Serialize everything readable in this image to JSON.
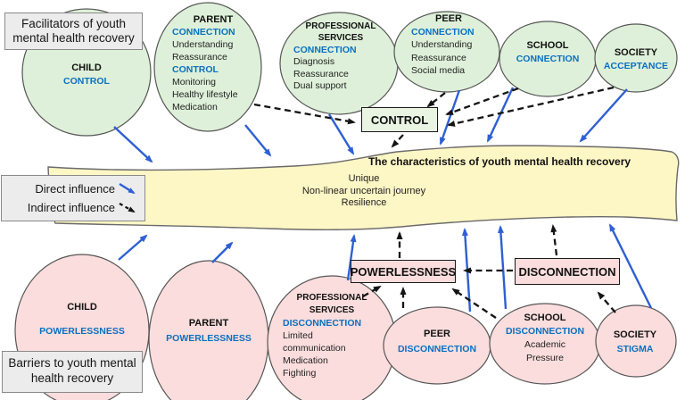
{
  "colors": {
    "facilitator_green": "#def0d9",
    "barrier_pink": "#fbdddd",
    "banner_yellow": "#fdf6c5",
    "accent_blue": "#0a70c0",
    "arrow_blue": "#2e5fd3",
    "label_grey": "#ececec"
  },
  "facilitators_label": {
    "line1": "Facilitators of youth",
    "line2": "mental health recovery"
  },
  "barriers_label": {
    "line1": "Barriers to youth mental",
    "line2": "health recovery"
  },
  "legend": {
    "direct_label": "Direct influence",
    "indirect_label": "Indirect influence"
  },
  "banner": {
    "title": "The characteristics of youth mental health recovery",
    "item1": "Unique",
    "item2": "Non-linear uncertain journey",
    "item3": "Resilience"
  },
  "mediator_boxes": {
    "control": "CONTROL",
    "powerlessness": "POWERLESSNESS",
    "disconnection": "DISCONNECTION"
  },
  "facilitators": {
    "child": {
      "name": "CHILD",
      "theme": "CONTROL"
    },
    "parent": {
      "name": "PARENT",
      "theme1": "CONNECTION",
      "detail1": "Understanding",
      "detail2": "Reassurance",
      "theme2": "CONTROL",
      "detail3": "Monitoring",
      "detail4": "Healthy lifestyle",
      "detail5": "Medication"
    },
    "professional_services": {
      "name1": "PROFESSIONAL",
      "name2": "SERVICES",
      "theme": "CONNECTION",
      "detail1": "Diagnosis",
      "detail2": "Reassurance",
      "detail3": "Dual support"
    },
    "peer": {
      "name": "PEER",
      "theme": "CONNECTION",
      "detail1": "Understanding",
      "detail2": "Reassurance",
      "detail3": "Social media"
    },
    "school": {
      "name": "SCHOOL",
      "theme": "CONNECTION"
    },
    "society": {
      "name": "SOCIETY",
      "theme": "ACCEPTANCE"
    }
  },
  "barriers": {
    "child": {
      "name": "CHILD",
      "theme": "POWERLESSNESS"
    },
    "parent": {
      "name": "PARENT",
      "theme": "POWERLESSNESS"
    },
    "professional_services": {
      "name1": "PROFESSIONAL",
      "name2": "SERVICES",
      "theme": "DISCONNECTION",
      "detail1": "Limited",
      "detail2": "communication",
      "detail3": "Medication",
      "detail4": "Fighting"
    },
    "peer": {
      "name": "PEER",
      "theme": "DISCONNECTION"
    },
    "school": {
      "name": "SCHOOL",
      "theme": "DISCONNECTION",
      "detail1": "Academic",
      "detail2": "Pressure"
    },
    "society": {
      "name": "SOCIETY",
      "theme": "STIGMA"
    }
  }
}
